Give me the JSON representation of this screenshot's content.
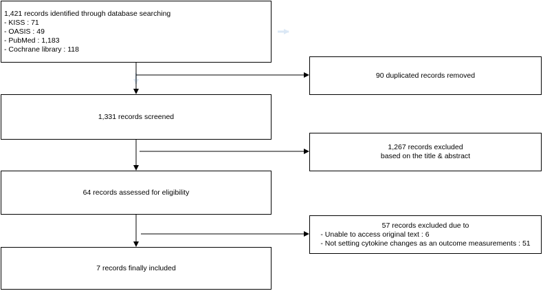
{
  "identification": {
    "title": "1,421 records identified through database searching",
    "items": [
      "- KISS : 71",
      "- OASIS : 49",
      "- PubMed : 1,183",
      "- Cochrane library : 118"
    ]
  },
  "duplicates": {
    "label": "90 duplicated records removed"
  },
  "screened": {
    "label": "1,331 records screened"
  },
  "excluded_title": {
    "lines": [
      "1,267 records excluded",
      "based on the title & abstract"
    ]
  },
  "eligibility": {
    "label": "64 records assessed for eligibility"
  },
  "excluded_full": {
    "title": "57 records excluded due to",
    "items": [
      "- Unable to access original text : 6",
      "- Not setting cytokine changes as an outcome measurements : 51"
    ]
  },
  "included": {
    "label": "7 records finally included"
  },
  "colors": {
    "stroke": "#000000",
    "faint_arrow": "#dbe8f5"
  }
}
